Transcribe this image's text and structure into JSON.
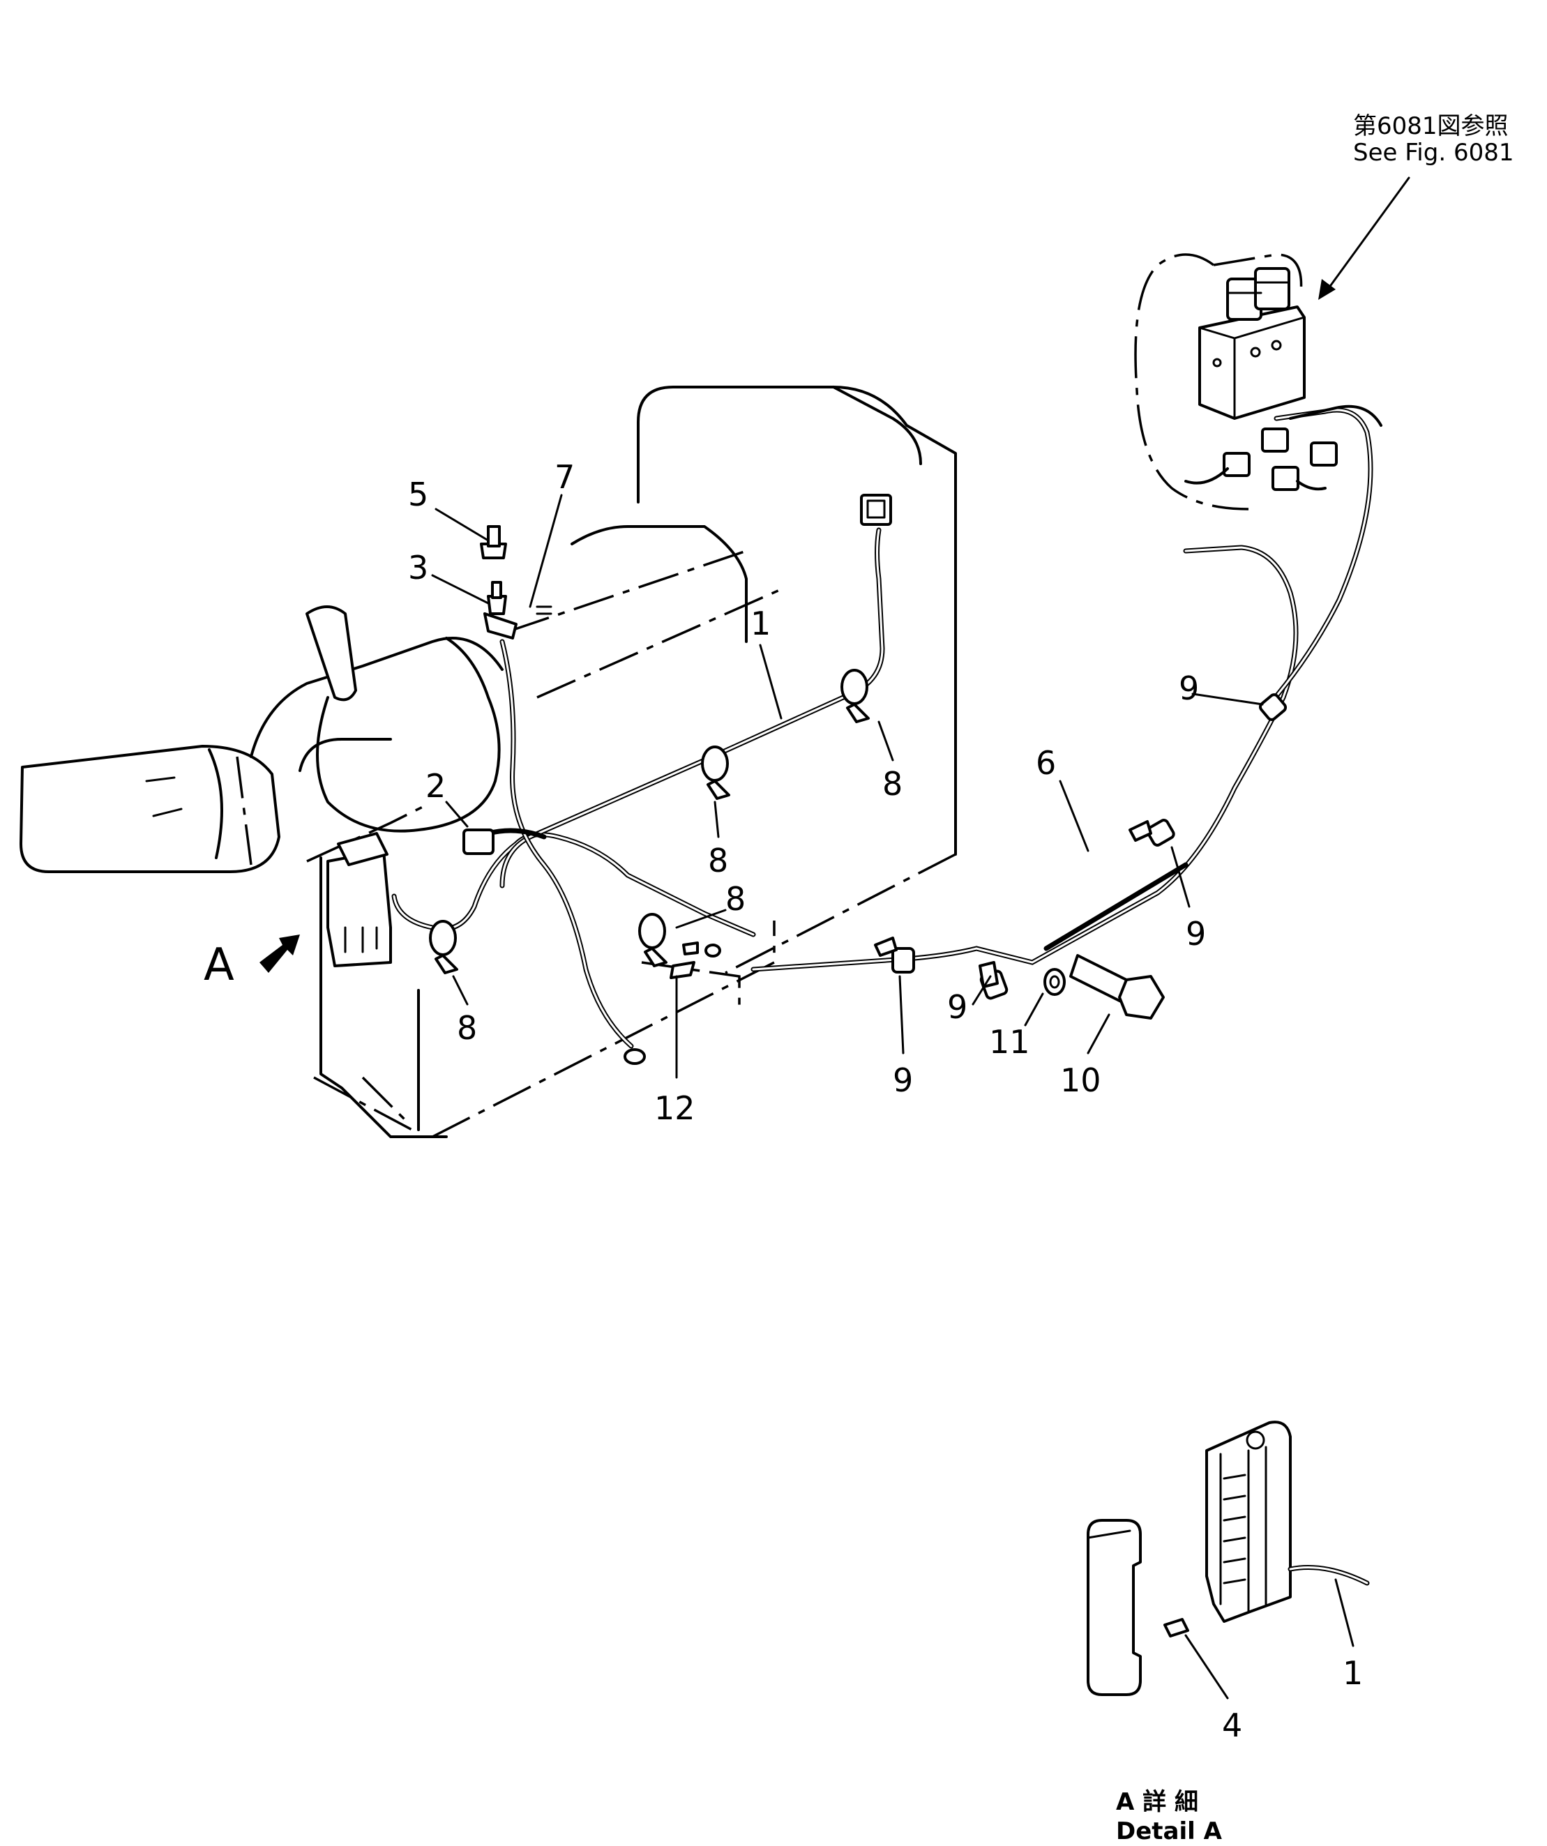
{
  "reference": {
    "line1": "第6081図参照",
    "line2": "See  Fig.  6081"
  },
  "view_marker": {
    "label": "A"
  },
  "detail_caption": {
    "line1": "A  詳 細",
    "line2": "Detail  A"
  },
  "callouts": [
    {
      "id": "c1-main",
      "label": "1"
    },
    {
      "id": "c2",
      "label": "2"
    },
    {
      "id": "c3",
      "label": "3"
    },
    {
      "id": "c5",
      "label": "5"
    },
    {
      "id": "c7",
      "label": "7"
    },
    {
      "id": "c6",
      "label": "6"
    },
    {
      "id": "c8-a",
      "label": "8"
    },
    {
      "id": "c8-b",
      "label": "8"
    },
    {
      "id": "c8-c",
      "label": "8"
    },
    {
      "id": "c8-d",
      "label": "8"
    },
    {
      "id": "c9-a",
      "label": "9"
    },
    {
      "id": "c9-b",
      "label": "9"
    },
    {
      "id": "c9-c",
      "label": "9"
    },
    {
      "id": "c9-d",
      "label": "9"
    },
    {
      "id": "c10",
      "label": "10"
    },
    {
      "id": "c11",
      "label": "11"
    },
    {
      "id": "c12",
      "label": "12"
    },
    {
      "id": "c1-detail",
      "label": "1"
    },
    {
      "id": "c4",
      "label": "4"
    }
  ]
}
